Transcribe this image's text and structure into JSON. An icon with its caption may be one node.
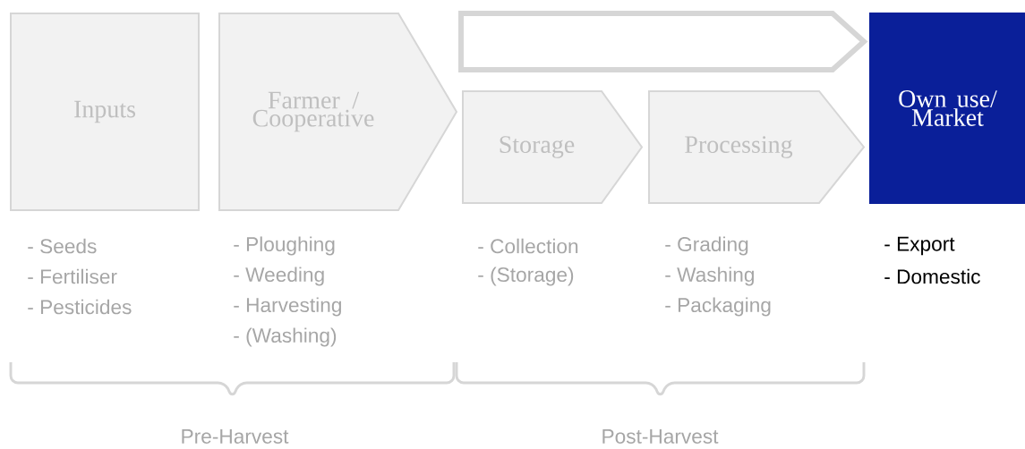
{
  "diagram": {
    "nodes": [
      {
        "text": [
          "Inputs"
        ],
        "beside": [
          "- Seeds",
          "- Fertiliser",
          "- Pesticides"
        ]
      },
      {
        "text": [
          "Farmer / Cooperative"
        ],
        "beside": [
          "- Ploughing",
          "- Weeding",
          "- Harvesting",
          "- (Washing)"
        ]
      },
      {
        "text": [],
        "shape": "arrow"
      },
      {
        "text": [
          "Storage"
        ],
        "beside": [
          "- Collection",
          "- (Storage)"
        ]
      },
      {
        "text": [
          "Processing"
        ],
        "beside": [
          "- Grading",
          "- Washing",
          "- Packaging"
        ]
      },
      {
        "text": [
          "Own use/ Market"
        ],
        "beside": [
          "- Export",
          "- Domestic"
        ]
      }
    ],
    "labels": [
      "Pre-Harvest",
      "Post-Harvest"
    ]
  }
}
